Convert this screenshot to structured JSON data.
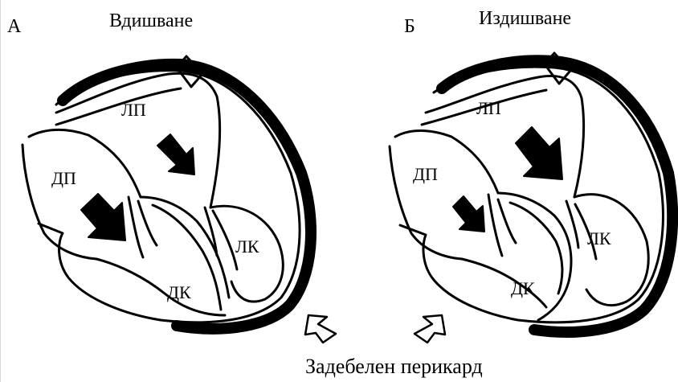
{
  "panel_a": {
    "letter": "А",
    "phase": "Вдишване",
    "chambers": {
      "la": "ЛП",
      "ra": "ДП",
      "lv": "ЛК",
      "rv": "ДК"
    }
  },
  "panel_b": {
    "letter": "Б",
    "phase": "Издишване",
    "chambers": {
      "la": "ЛП",
      "ra": "ДП",
      "lv": "ЛК",
      "rv": "ДК"
    }
  },
  "caption": "Задебелен перикард",
  "colors": {
    "ink": "#000000",
    "background": "#ffffff"
  }
}
